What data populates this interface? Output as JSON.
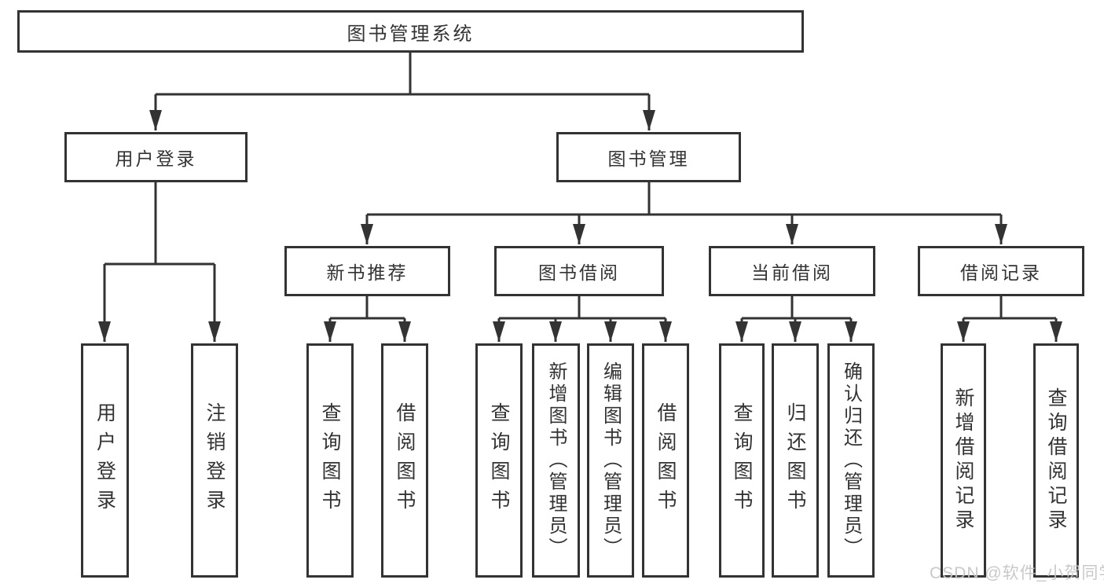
{
  "tree": {
    "root": "图书管理系统",
    "branches": [
      {
        "label": "用户登录",
        "children": [
          "用户登录",
          "注销登录"
        ]
      },
      {
        "label": "图书管理",
        "children": [
          {
            "label": "新书推荐",
            "children": [
              "查询图书",
              "借阅图书"
            ]
          },
          {
            "label": "图书借阅",
            "children": [
              "查询图书",
              "新增图书（管理员）",
              "编辑图书（管理员）",
              "借阅图书"
            ]
          },
          {
            "label": "当前借阅",
            "children": [
              "查询图书",
              "归还图书",
              "确认归还（管理员）"
            ]
          },
          {
            "label": "借阅记录",
            "children": [
              "新增借阅记录",
              "查询借阅记录"
            ]
          }
        ]
      }
    ]
  },
  "watermark": "CSDN @软件_小贺同学",
  "colors": {
    "line": "#333333",
    "box_background": "#ffffff",
    "text": "#333333",
    "watermark": "#c6c6c6"
  }
}
